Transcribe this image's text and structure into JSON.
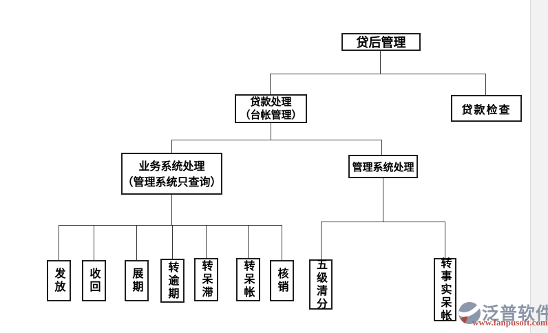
{
  "diagram": {
    "root": {
      "label": "贷后管理"
    },
    "level2": {
      "loan_processing_line1": "贷款处理",
      "loan_processing_line2": "（台帐管理）",
      "loan_check": "贷款检查"
    },
    "level3": {
      "business_system_line1": "业务系统处理",
      "business_system_line2": "（管理系统只查询）",
      "management_system": "管理系统处理"
    },
    "business_leaves": [
      "发放",
      "收回",
      "展期",
      "转逾期",
      "转呆滞",
      "转呆帐",
      "核销"
    ],
    "management_leaves": [
      "五级清分",
      "转事实呆帐"
    ]
  },
  "watermark": {
    "brand": "泛普软件",
    "url": "www.fanpusoft.com",
    "logo_icon": "fanpu-swirl-circle-icon",
    "brand_color": "#8b95a7",
    "url_color": "#bf504b"
  },
  "colors": {
    "background": "#ffffff",
    "box_border": "#1f1f1f",
    "line": "#3a3a3a",
    "side_strip": "#f2f2f2"
  }
}
